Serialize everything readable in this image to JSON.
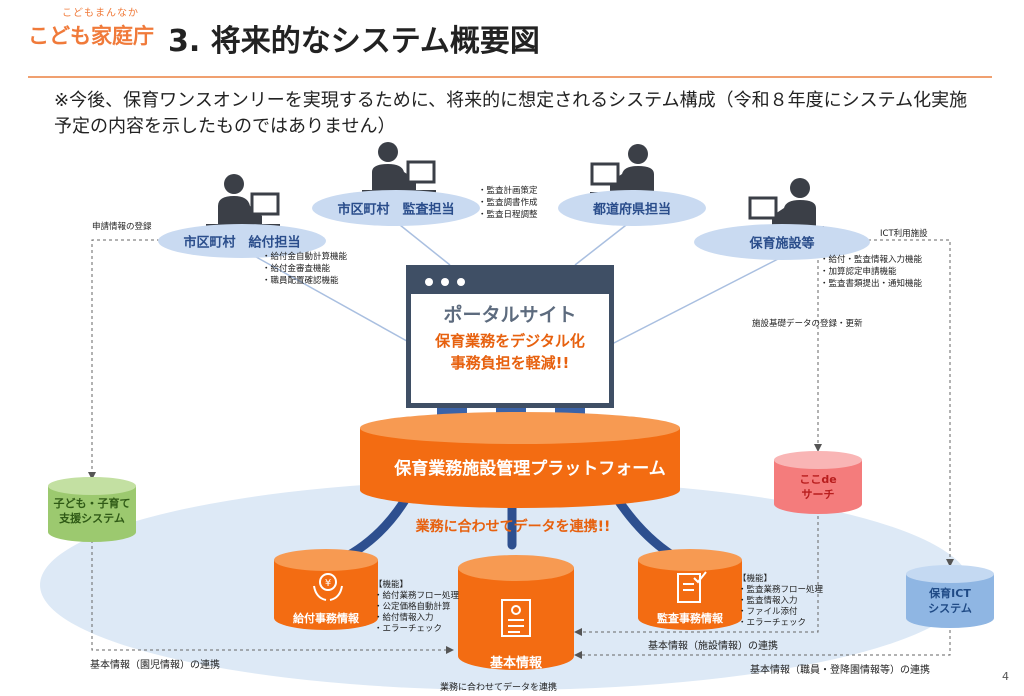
{
  "header": {
    "logo_small": "こどもまんなか",
    "logo_main": "こども家庭庁",
    "title": "3. 将来的なシステム概要図",
    "subtitle": "※今後、保育ワンスオンリーを実現するために、将来的に想定されるシステム構成（令和８年度にシステム化実施予定の内容を示したものではありません）"
  },
  "roles": {
    "payment": "市区町村　給付担当",
    "audit": "市区町村　監査担当",
    "prefecture": "都道府県担当",
    "facility": "保育施設等"
  },
  "notes": {
    "payment": [
      "・給付金自動計算機能",
      "・給付金審査機能",
      "・職員配置確認機能"
    ],
    "audit": [
      "・監査計画策定",
      "・監査調書作成",
      "・監査日程調整"
    ],
    "facility": [
      "・給付・監査情報入力機能",
      "・加算認定申請機能",
      "・監査書類提出・通知機能"
    ]
  },
  "labels": {
    "application": "申請情報の登録",
    "ict_use": "ICT利用施設",
    "facility_registration": "施設基礎データの登録・更新",
    "link_facility": "基本情報（施設情報）の連携",
    "link_children": "基本情報（園児情報）の連携",
    "link_staff": "基本情報（職員・登降園情報等）の連携",
    "link_business": "業務に合わせてデータを連携"
  },
  "portal": {
    "title": "ポータルサイト",
    "line1": "保育業務をデジタル化",
    "line2": "事務負担を軽減!!"
  },
  "platform": {
    "title": "保育業務施設管理プラットフォーム",
    "link": "業務に合わせてデータを連携!!"
  },
  "systems": {
    "kodomo": "子ども・子育て\n支援システム",
    "kokode": "ここde\nサーチ",
    "ict": "保育ICT\nシステム"
  },
  "databases": {
    "kyufu": "給付事務情報",
    "kihon": "基本情報",
    "kansa": "監査事務情報"
  },
  "features": {
    "kyufu": [
      "【機能】",
      "・給付業務フロー処理",
      "・公定価格自動計算",
      "・給付情報入力",
      "・エラーチェック"
    ],
    "kansa": [
      "【機能】",
      "・監査業務フロー処理",
      "・監査情報入力",
      "・ファイル添付",
      "・エラーチェック"
    ]
  },
  "page_number": "4",
  "colors": {
    "accent_orange": "#f36c12",
    "dark_orange": "#c94f05",
    "role_blue": "#c9daf1",
    "arrow_blue": "#3b63a8",
    "green_system": "#9cc96f",
    "pink_system": "#f47c7c",
    "blue_system": "#8fb6e3"
  },
  "icons": [
    "person-at-computer-icon",
    "yen-hands-icon",
    "document-icon",
    "checklist-icon"
  ]
}
